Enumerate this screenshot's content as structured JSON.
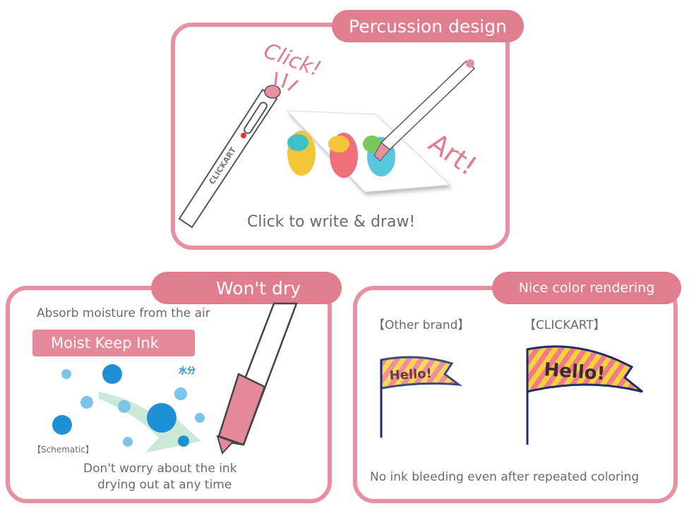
{
  "panels": {
    "percussion": {
      "title": "Percussion design",
      "caption": "Click to write & draw!",
      "illustration_text": {
        "click": "Click!",
        "art": "Art!",
        "brand": "CLICKART"
      }
    },
    "wont_dry": {
      "title": "Won't dry",
      "subtitle": "Absorb moisture from the air",
      "badge": "Moist Keep Ink",
      "moisture_label": "水分",
      "schematic": "【Schematic】",
      "caption_line1": "Don't worry about the ink",
      "caption_line2": "drying out at any time"
    },
    "color": {
      "title": "Nice color rendering",
      "left_label": "【Other brand】",
      "right_label": "【CLICKART】",
      "flag_text": "Hello!",
      "caption": "No ink bleeding even after repeated coloring"
    }
  },
  "colors": {
    "pink": "#e07d8e",
    "border": "#e8909f",
    "water": "#1f8fd6",
    "text": "#6a6a6a"
  }
}
